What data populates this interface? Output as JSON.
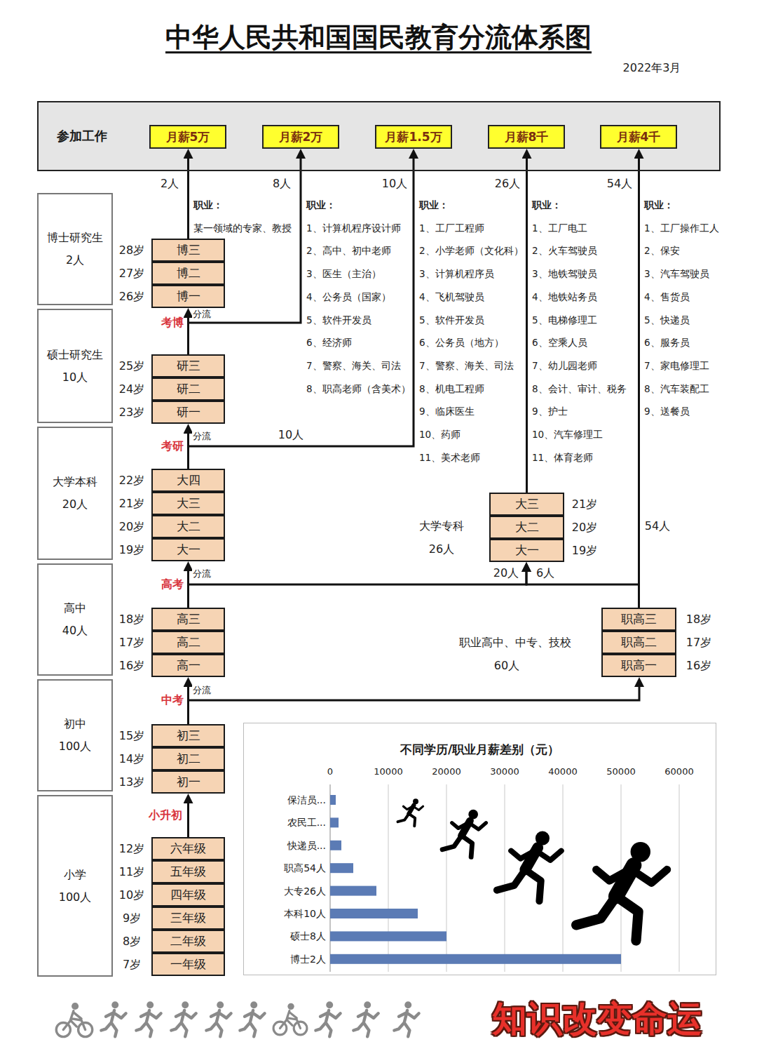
{
  "diagram": {
    "title": "中华人民共和国国民教育分流体系图",
    "nodes": [
      {
        "text": [
          "参加工作"
        ]
      },
      {
        "text": [
          "月薪5万"
        ],
        "in": 0
      },
      {
        "text": [
          "月薪2万"
        ],
        "in": 0
      },
      {
        "text": [
          "月薪1.5万"
        ],
        "in": 0
      },
      {
        "text": [
          "月薪8千"
        ],
        "in": 0
      },
      {
        "text": [
          "月薪4千"
        ],
        "in": 0
      },
      {
        "text": [
          "博士研究生 2人"
        ]
      },
      {
        "text": [
          "博三"
        ]
      },
      {
        "text": [
          "博二"
        ]
      },
      {
        "text": [
          "博一"
        ]
      },
      {
        "text": [
          "硕士研究生 10人"
        ]
      },
      {
        "text": [
          "研三"
        ]
      },
      {
        "text": [
          "研二"
        ]
      },
      {
        "text": [
          "研一"
        ]
      },
      {
        "text": [
          "大学本科 20人"
        ]
      },
      {
        "text": [
          "大四"
        ]
      },
      {
        "text": [
          "大三"
        ]
      },
      {
        "text": [
          "大二"
        ]
      },
      {
        "text": [
          "大一"
        ]
      },
      {
        "text": [
          "大三"
        ]
      },
      {
        "text": [
          "大二"
        ]
      },
      {
        "text": [
          "大一"
        ]
      },
      {
        "text": [
          "高中 40人"
        ]
      },
      {
        "text": [
          "高三"
        ]
      },
      {
        "text": [
          "高二"
        ]
      },
      {
        "text": [
          "高一"
        ]
      },
      {
        "text": [
          "职高三"
        ]
      },
      {
        "text": [
          "职高二"
        ]
      },
      {
        "text": [
          "职高一"
        ]
      },
      {
        "text": [
          "初中 100人"
        ]
      },
      {
        "text": [
          "初三"
        ]
      },
      {
        "text": [
          "初二"
        ]
      },
      {
        "text": [
          "初一"
        ]
      },
      {
        "text": [
          "小学 100人"
        ]
      },
      {
        "text": [
          "六年级"
        ]
      },
      {
        "text": [
          "五年级"
        ]
      },
      {
        "text": [
          "四年级"
        ]
      },
      {
        "text": [
          "三年级"
        ]
      },
      {
        "text": [
          "二年级"
        ]
      },
      {
        "text": [
          "一年级"
        ]
      },
      {
        "text": [
          "不同学历/职业月薪差别（元）"
        ]
      }
    ],
    "edges": [
      {
        "from": 34,
        "to": 32,
        "label": "小升初",
        "arrow": "to"
      },
      {
        "from": 30,
        "to": 25,
        "label": "中考",
        "arrow": "to"
      },
      {
        "from": 30,
        "to": 28,
        "arrow": "to"
      },
      {
        "from": 23,
        "to": 18,
        "label": "高考",
        "arrow": "to"
      },
      {
        "from": 23,
        "to": 21,
        "label": "20人",
        "arrow": "to"
      },
      {
        "from": 26,
        "to": 21,
        "label": "6人",
        "arrow": "to"
      },
      {
        "from": 26,
        "to": 5,
        "label": "54人",
        "arrow": "to"
      },
      {
        "from": 15,
        "to": 13,
        "label": "考研",
        "arrow": "to"
      },
      {
        "from": 15,
        "to": 3,
        "label": "10人",
        "arrow": "to"
      },
      {
        "from": 11,
        "to": 9,
        "label": "考博",
        "arrow": "to"
      },
      {
        "from": 11,
        "to": 2,
        "label": "8人",
        "arrow": "to"
      },
      {
        "from": 7,
        "to": 1,
        "label": "2人",
        "arrow": "to"
      },
      {
        "from": 19,
        "to": 4,
        "label": "26人",
        "arrow": "to"
      }
    ],
    "labels": [
      "2022年3月",
      "28岁",
      "27岁",
      "26岁",
      "25岁",
      "24岁",
      "23岁",
      "22岁",
      "21岁",
      "20岁",
      "19岁",
      "18岁",
      "17岁",
      "16岁",
      "15岁",
      "14岁",
      "13岁",
      "12岁",
      "11岁",
      "10岁",
      "9岁",
      "8岁",
      "7岁",
      "21岁",
      "20岁",
      "19岁",
      "18岁",
      "17岁",
      "16岁",
      "分流",
      "分流",
      "分流",
      "分流",
      "10人",
      "大学专科",
      "26人",
      "54人",
      "职业高中、中专、技校",
      "60人",
      "职业：",
      "某一领域的专家、教授",
      "职业：",
      "1、计算机程序设计师",
      "2、高中、初中老师",
      "3、医生（主治）",
      "4、公务员（国家）",
      "5、软件开发员",
      "6、经济师",
      "7、警察、海关、司法",
      "8、职高老师（含美术）",
      "职业：",
      "1、工厂工程师",
      "2、小学老师（文化科）",
      "3、计算机程序员",
      "4、飞机驾驶员",
      "5、软件开发员",
      "6、公务员（地方）",
      "7、警察、海关、司法",
      "8、机电工程师",
      "9、临床医生",
      "10、药师",
      "11、美术老师",
      "职业：",
      "1、工厂电工",
      "2、火车驾驶员",
      "3、地铁驾驶员",
      "4、地铁站务员",
      "5、电梯修理工",
      "6、空乘人员",
      "7、幼儿园老师",
      "8、会计、审计、税务",
      "9、护士",
      "10、汽车修理工",
      "11、体育老师",
      "职业：",
      "1、工厂操作工人",
      "2、保安",
      "3、汽车驾驶员",
      "4、售货员",
      "5、快递员",
      "6、服务员",
      "7、家电修理工",
      "8、汽车装配工",
      "9、送餐员",
      "0",
      "10000",
      "20000",
      "30000",
      "40000",
      "50000",
      "60000",
      "保洁员...",
      "农民工...",
      "快递员...",
      "职高54人",
      "大专26人",
      "本科10人",
      "硕士8人",
      "博士2人",
      "知识改变命运"
    ]
  }
}
